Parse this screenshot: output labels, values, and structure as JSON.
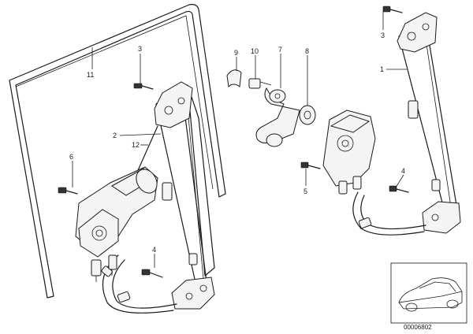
{
  "diagram": {
    "callouts": [
      {
        "id": "c11a",
        "text": "11"
      },
      {
        "id": "c3a",
        "text": "3"
      },
      {
        "id": "c2",
        "text": "2"
      },
      {
        "id": "c12",
        "text": "12"
      },
      {
        "id": "c6a",
        "text": "6"
      },
      {
        "id": "c4a",
        "text": "4"
      },
      {
        "id": "c9",
        "text": "9"
      },
      {
        "id": "c10",
        "text": "10"
      },
      {
        "id": "c7",
        "text": "7"
      },
      {
        "id": "c8",
        "text": "8"
      },
      {
        "id": "c3b",
        "text": "3"
      },
      {
        "id": "c1",
        "text": "1"
      },
      {
        "id": "c4b",
        "text": "4"
      },
      {
        "id": "c6b",
        "text": "5"
      }
    ],
    "part_code": "00006802"
  }
}
